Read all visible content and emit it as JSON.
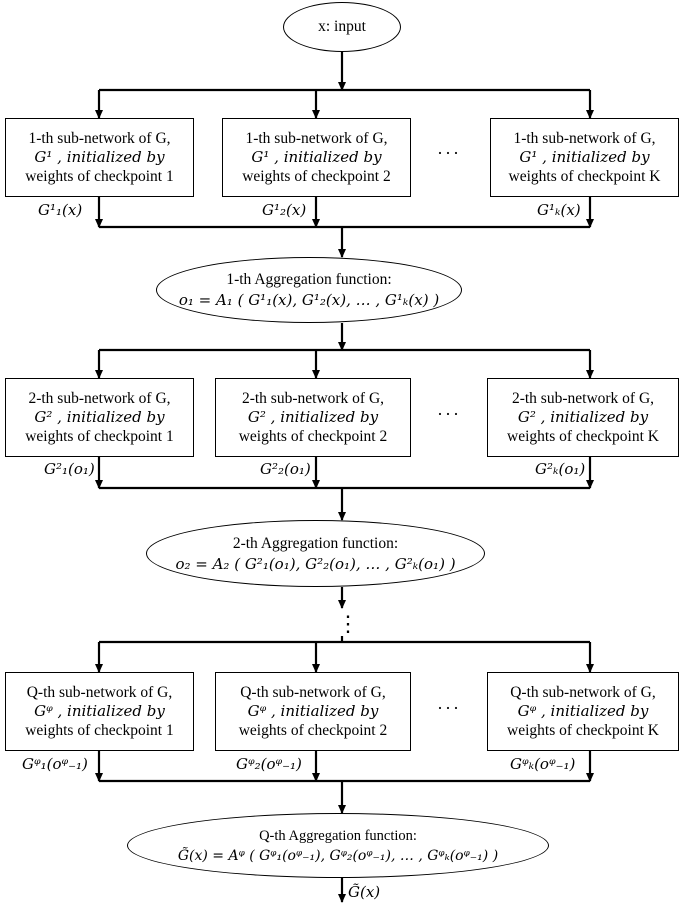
{
  "input_node": {
    "label": "x: input"
  },
  "stages": [
    {
      "boxes": [
        {
          "line1": "1-th sub-network of G,",
          "line2": "G¹ , initialized by",
          "line3": "weights of checkpoint 1"
        },
        {
          "line1": "1-th sub-network of G,",
          "line2": "G¹ , initialized by",
          "line3": "weights of checkpoint 2"
        },
        {
          "line1": "1-th sub-network of G,",
          "line2": "G¹ , initialized by",
          "line3": "weights of checkpoint K"
        }
      ],
      "ellipsis": "···",
      "outputs": [
        "G¹₁(x)",
        "G¹₂(x)",
        "G¹ₖ(x)"
      ],
      "aggregation": {
        "title": "1-th Aggregation function:",
        "formula": "o₁ = A₁ ( G¹₁(x), G¹₂(x), … , G¹ₖ(x) )"
      }
    },
    {
      "boxes": [
        {
          "line1": "2-th sub-network of G,",
          "line2": "G² , initialized by",
          "line3": "weights of checkpoint 1"
        },
        {
          "line1": "2-th sub-network of G,",
          "line2": "G² , initialized by",
          "line3": "weights of checkpoint 2"
        },
        {
          "line1": "2-th sub-network of G,",
          "line2": "G² , initialized by",
          "line3": "weights of checkpoint K"
        }
      ],
      "ellipsis": "···",
      "outputs": [
        "G²₁(o₁)",
        "G²₂(o₁)",
        "G²ₖ(o₁)"
      ],
      "aggregation": {
        "title": "2-th Aggregation function:",
        "formula": "o₂ = A₂ ( G²₁(o₁), G²₂(o₁), … , G²ₖ(o₁) )"
      }
    },
    {
      "boxes": [
        {
          "line1": "Q-th sub-network of G,",
          "line2": "Gᵠ , initialized by",
          "line3": "weights of checkpoint 1"
        },
        {
          "line1": "Q-th sub-network of G,",
          "line2": "Gᵠ , initialized by",
          "line3": "weights of checkpoint 2"
        },
        {
          "line1": "Q-th sub-network of G,",
          "line2": "Gᵠ , initialized by",
          "line3": "weights of checkpoint K"
        }
      ],
      "ellipsis": "···",
      "outputs": [
        "Gᵠ₁(oᵠ₋₁)",
        "Gᵠ₂(oᵠ₋₁)",
        "Gᵠₖ(oᵠ₋₁)"
      ],
      "aggregation": {
        "title": "Q-th Aggregation function:",
        "formula": "G̃(x) = Aᵠ ( Gᵠ₁(oᵠ₋₁), Gᵠ₂(oᵠ₋₁), … , Gᵠₖ(oᵠ₋₁) )"
      }
    }
  ],
  "vertical_ellipsis": "⋮",
  "final_output": "G̃(x)"
}
